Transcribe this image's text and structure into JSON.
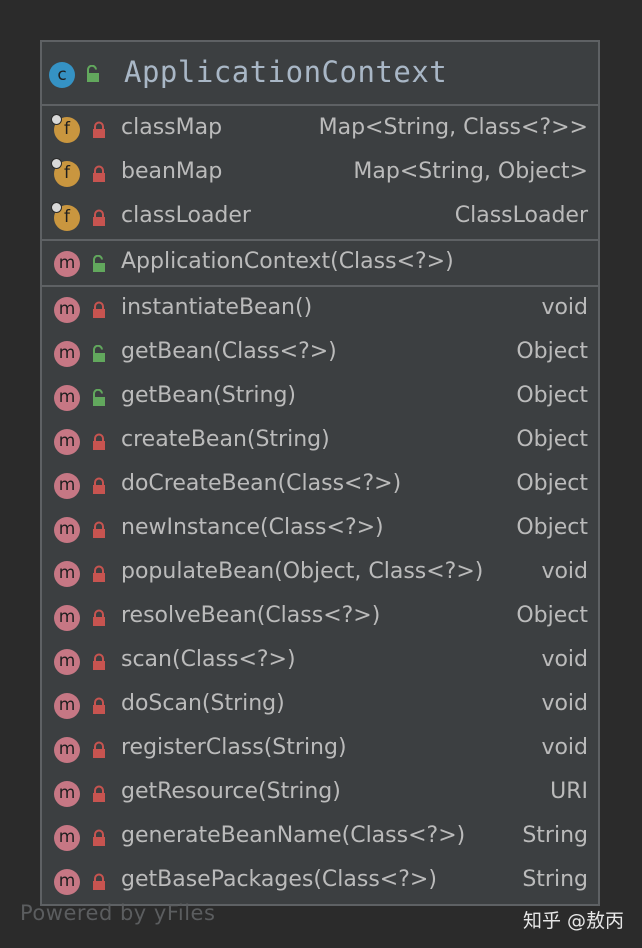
{
  "diagram": {
    "class_name": "ApplicationContext",
    "class_badge": "c",
    "fields": [
      {
        "badge": "f",
        "visibility": "private",
        "name": "classMap",
        "type": "Map<String, Class<?>>"
      },
      {
        "badge": "f",
        "visibility": "private",
        "name": "beanMap",
        "type": "Map<String, Object>"
      },
      {
        "badge": "f",
        "visibility": "private",
        "name": "classLoader",
        "type": "ClassLoader"
      }
    ],
    "constructors": [
      {
        "badge": "m",
        "visibility": "public",
        "name": "ApplicationContext(Class<?>)",
        "type": ""
      }
    ],
    "methods": [
      {
        "badge": "m",
        "visibility": "private",
        "name": "instantiateBean()",
        "type": "void"
      },
      {
        "badge": "m",
        "visibility": "public",
        "name": "getBean(Class<?>)",
        "type": "Object"
      },
      {
        "badge": "m",
        "visibility": "public",
        "name": "getBean(String)",
        "type": "Object"
      },
      {
        "badge": "m",
        "visibility": "private",
        "name": "createBean(String)",
        "type": "Object"
      },
      {
        "badge": "m",
        "visibility": "private",
        "name": "doCreateBean(Class<?>)",
        "type": "Object"
      },
      {
        "badge": "m",
        "visibility": "private",
        "name": "newInstance(Class<?>)",
        "type": "Object"
      },
      {
        "badge": "m",
        "visibility": "private",
        "name": "populateBean(Object, Class<?>)",
        "type": "void"
      },
      {
        "badge": "m",
        "visibility": "private",
        "name": "resolveBean(Class<?>)",
        "type": "Object"
      },
      {
        "badge": "m",
        "visibility": "private",
        "name": "scan(Class<?>)",
        "type": "void"
      },
      {
        "badge": "m",
        "visibility": "private",
        "name": "doScan(String)",
        "type": "void"
      },
      {
        "badge": "m",
        "visibility": "private",
        "name": "registerClass(String)",
        "type": "void"
      },
      {
        "badge": "m",
        "visibility": "private",
        "name": "getResource(String)",
        "type": "URI"
      },
      {
        "badge": "m",
        "visibility": "private",
        "name": "generateBeanName(Class<?>)",
        "type": "String"
      },
      {
        "badge": "m",
        "visibility": "private",
        "name": "getBasePackages(Class<?>)",
        "type": "String"
      }
    ]
  },
  "footer": {
    "powered_by": "Powered by yFiles",
    "watermark": "知乎 @敖丙"
  },
  "colors": {
    "background": "#2b2b2b",
    "panel": "#3c3f41",
    "border": "#5e6164",
    "text": "#bbbbbb",
    "class_badge": "#3592c4",
    "field_badge": "#c9963f",
    "method_badge": "#c67784",
    "lock_private": "#c75450",
    "lock_public": "#62a85d"
  }
}
